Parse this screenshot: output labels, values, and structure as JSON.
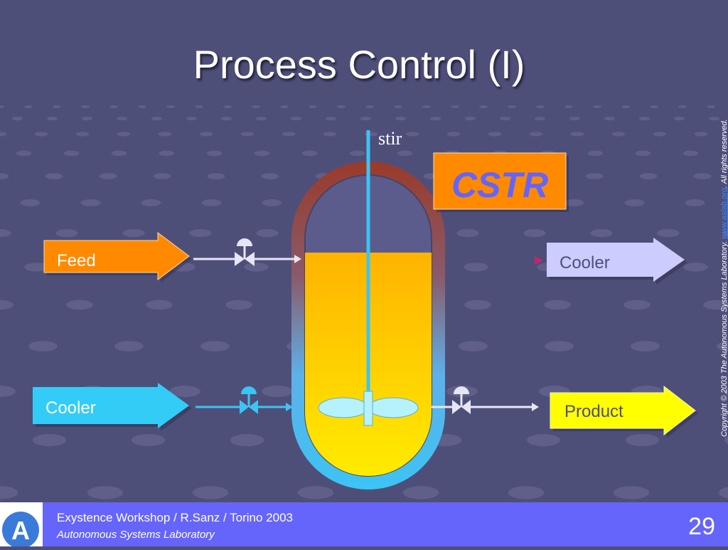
{
  "slide": {
    "title": "Process Control (I)",
    "page_number": "29"
  },
  "copyright": {
    "prefix": "Copyright © 2003 The Autonomous Systems Laboratory.",
    "link": "www.aslab.org",
    "suffix": ". All rights reserved."
  },
  "diagram": {
    "reactor_label": "CSTR",
    "stir_label": "stir",
    "feed_label": "Feed",
    "cooler_in_label": "Cooler",
    "cooler_out_label": "Cooler",
    "product_label": "Product"
  },
  "footer": {
    "line1": "Exystence Workshop / R.Sanz / Torino 2003",
    "line2": "Autonomous Systems Laboratory",
    "logo_letter": "A"
  },
  "colors": {
    "background": "#4e4f79",
    "feed_arrow": "#ff8a00",
    "cstr_box": "#ff8a00",
    "cstr_text": "#6464ff",
    "cooler_in_arrow": "#33ccf7",
    "cooler_out_arrow": "#ccccff",
    "product_arrow": "#ffff00",
    "footer_bar": "#6565fb",
    "liquid_top": "#ffb300",
    "liquid_bottom": "#ffee00"
  }
}
